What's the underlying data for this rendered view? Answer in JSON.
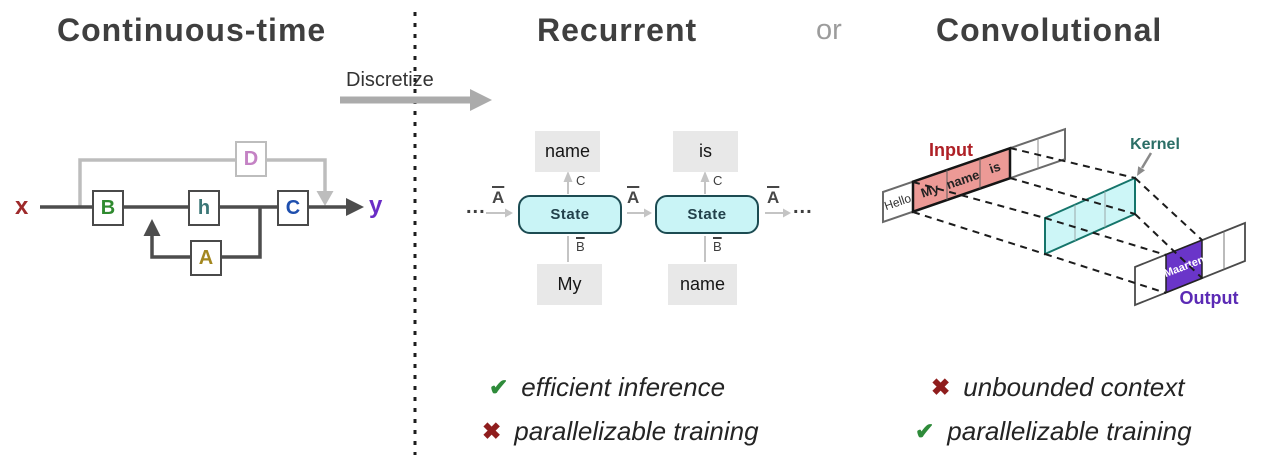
{
  "titles": {
    "continuous": "Continuous-time",
    "recurrent": "Recurrent",
    "or": "or",
    "convolutional": "Convolutional",
    "discretize": "Discretize"
  },
  "continuous": {
    "x_label": "x",
    "y_label": "y",
    "b_label": "B",
    "h_label": "h",
    "c_label": "C",
    "a_label": "A",
    "d_label": "D"
  },
  "recurrent": {
    "word_top_1": "name",
    "word_top_2": "is",
    "word_bottom_1": "My",
    "word_bottom_2": "name",
    "state_label": "State",
    "a_bar_label": "A",
    "b_bar_label": "B",
    "c_label": "C",
    "ellipsis": "..."
  },
  "convolutional": {
    "input_label": "Input",
    "kernel_label": "Kernel",
    "output_label": "Output",
    "input_cells": [
      "Hello",
      "My",
      "name",
      "is"
    ],
    "output_cell": "Maarten"
  },
  "notes": {
    "recurrent": [
      {
        "mark": "check",
        "text": "efficient inference"
      },
      {
        "mark": "cross",
        "text": "parallelizable training"
      }
    ],
    "convolutional": [
      {
        "mark": "cross",
        "text": "unbounded context"
      },
      {
        "mark": "check",
        "text": "parallelizable training"
      }
    ]
  },
  "glyphs": {
    "check": "✔",
    "cross": "✖"
  },
  "colors": {
    "title": "#3f3f3f",
    "or_text": "#9c9c9c",
    "x": "#9e2a2b",
    "y": "#6a2dc6",
    "B": "#2f8a2f",
    "h": "#3b7676",
    "C": "#1e4fae",
    "A": "#a3871f",
    "D": "#c482c4",
    "main_line": "#4d4d4d",
    "skip_line": "#bdbdbd",
    "state_fill": "#c9f4f6",
    "state_border": "#1c4b52",
    "word_box": "#e8e8e8",
    "input_window_fill": "#ec9a96",
    "input_label": "#ae2026",
    "kernel_fill": "#cdf6f7",
    "kernel_label": "#2b6e66",
    "output_cell_fill": "#6a35c9",
    "output_label": "#5b2ab5",
    "check": "#2e8b3a",
    "cross": "#8f1d1d"
  }
}
